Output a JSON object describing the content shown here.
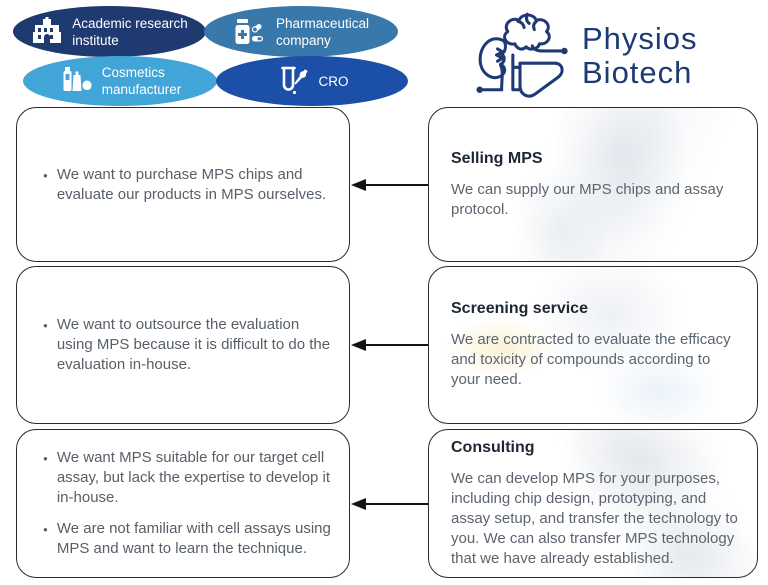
{
  "colors": {
    "academic": "#1e3a70",
    "pharma": "#3878ab",
    "cosmetics": "#41a5d8",
    "cro": "#1c50a8",
    "logo_navy": "#1e3a75",
    "heading": "#1d2733",
    "body_gray": "#5c6470",
    "box_border": "#2b2b2b",
    "arrow_black": "#141414"
  },
  "audience_badges": [
    {
      "label": "Academic research\ninstitute",
      "color": "#1e3a70",
      "icon": "university-icon"
    },
    {
      "label": "Pharmaceutical\ncompany",
      "color": "#3878ab",
      "icon": "medicine-bottle-icon"
    },
    {
      "label": "Cosmetics\nmanufacturer",
      "color": "#41a5d8",
      "icon": "cosmetics-icon"
    },
    {
      "label": "CRO",
      "color": "#1c50a8",
      "icon": "test-tube-dropper-icon"
    }
  ],
  "logo": {
    "line1": "Physios",
    "line2": "Biotech",
    "icon": "organs-circuit-icon"
  },
  "rows": [
    {
      "need": {
        "bullets": [
          "We want to purchase MPS chips and evaluate our products in MPS ourselves."
        ]
      },
      "service": {
        "title": "Selling MPS",
        "description": "We can supply our MPS chips and assay protocol."
      }
    },
    {
      "need": {
        "bullets": [
          "We want to outsource the evaluation using MPS because it is difficult to do the evaluation in-house."
        ]
      },
      "service": {
        "title": "Screening service",
        "description": "We are contracted to evaluate the efficacy and toxicity of compounds according to your need."
      }
    },
    {
      "need": {
        "bullets": [
          "We want MPS suitable for our target cell assay, but lack the expertise to develop it in-house.",
          "We are not familiar with cell assays using MPS and want to learn the technique."
        ]
      },
      "service": {
        "title": "Consulting",
        "description": "We can develop MPS for your purposes, including chip design, prototyping, and assay setup, and transfer the technology to you. We can also transfer MPS technology that we have already established."
      }
    }
  ]
}
